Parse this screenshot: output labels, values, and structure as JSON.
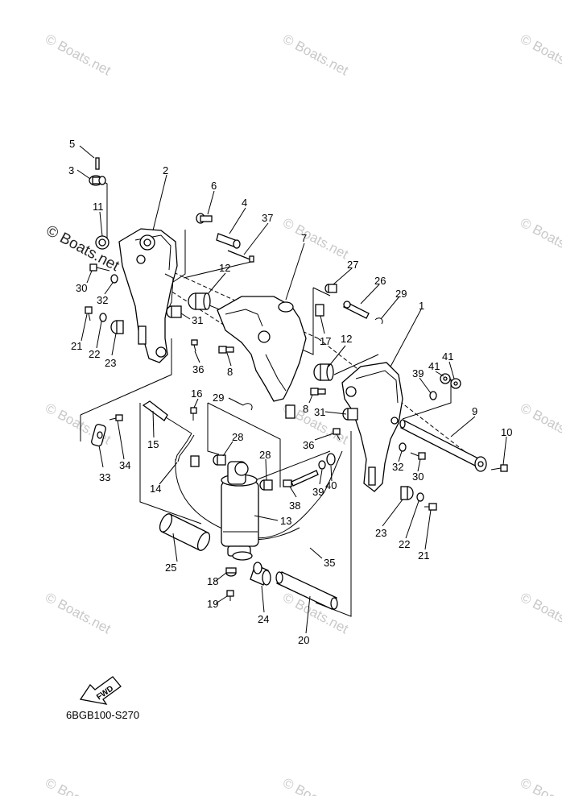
{
  "watermark": {
    "text": "© Boats.net",
    "color": "#c9c9c9"
  },
  "diagram_code": "6BGB100-S270",
  "fwd_label": "FWD",
  "callouts": {
    "c1": "1",
    "c2": "2",
    "c3": "3",
    "c4": "4",
    "c5": "5",
    "c6": "6",
    "c7": "7",
    "c8a": "8",
    "c8b": "8",
    "c9": "9",
    "c10": "10",
    "c11": "11",
    "c12a": "12",
    "c12b": "12",
    "c13": "13",
    "c14": "14",
    "c15": "15",
    "c16": "16",
    "c17": "17",
    "c18": "18",
    "c19": "19",
    "c20": "20",
    "c21a": "21",
    "c21b": "21",
    "c22a": "22",
    "c22b": "22",
    "c23a": "23",
    "c23b": "23",
    "c24": "24",
    "c25": "25",
    "c26": "26",
    "c27": "27",
    "c28a": "28",
    "c28b": "28",
    "c29a": "29",
    "c29b": "29",
    "c30a": "30",
    "c30b": "30",
    "c31a": "31",
    "c31b": "31",
    "c32a": "32",
    "c32b": "32",
    "c33": "33",
    "c34": "34",
    "c35": "35",
    "c36a": "36",
    "c36b": "36",
    "c37": "37",
    "c38": "38",
    "c39a": "39",
    "c39b": "39",
    "c40": "40",
    "c41a": "41",
    "c41b": "41"
  }
}
